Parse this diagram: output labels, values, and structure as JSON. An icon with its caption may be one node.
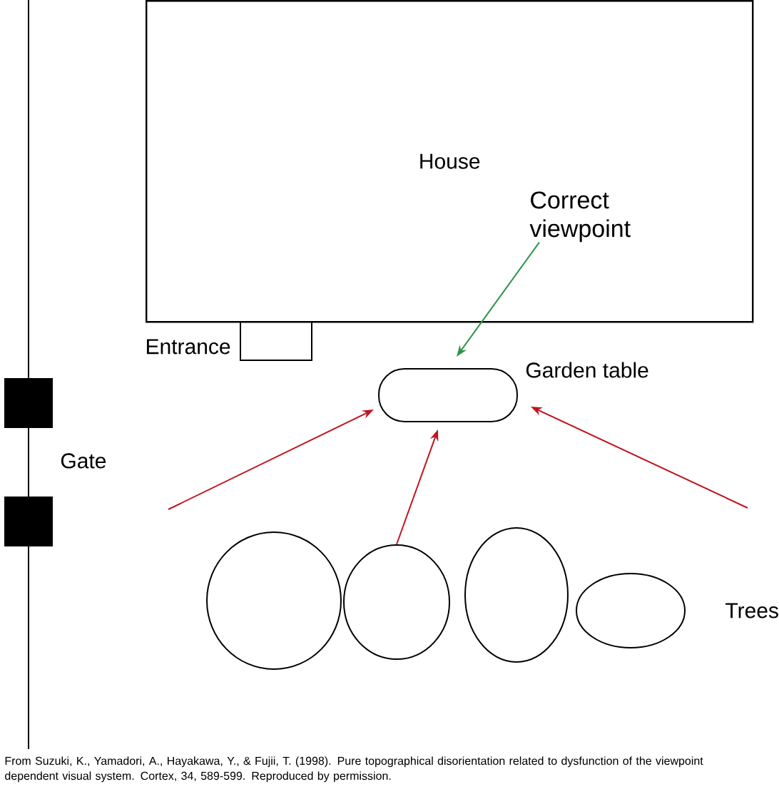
{
  "diagram": {
    "caption": "From Suzuki, K., Yamadori, A., Hayakawa, Y., & Fujii, T. (1998). Pure topographical disorientation related to dysfunction of the viewpoint dependent visual system. Cortex, 34, 589-599.  Reproduced by permission.",
    "nodes": [
      {
        "text": [
          "House"
        ]
      },
      {
        "text": [
          "Entrance"
        ]
      },
      {
        "text": [
          "Correct viewpoint"
        ],
        "in": 0
      },
      {
        "text": [
          "Garden table"
        ]
      },
      {
        "text": [],
        "shape": "circle"
      },
      {
        "text": [],
        "shape": "circle"
      },
      {
        "text": [],
        "shape": "circle"
      },
      {
        "text": [],
        "shape": "circle"
      }
    ],
    "edges": [
      {
        "from": 2,
        "to": 3,
        "arrow": "to",
        "color": "#2e9548"
      },
      {
        "from": null,
        "to": 3,
        "arrow": "to"
      },
      {
        "from": 5,
        "to": 3,
        "arrow": "to"
      },
      {
        "from": null,
        "to": 3,
        "arrow": "to"
      }
    ],
    "labels": [
      "Gate",
      "Trees"
    ]
  }
}
